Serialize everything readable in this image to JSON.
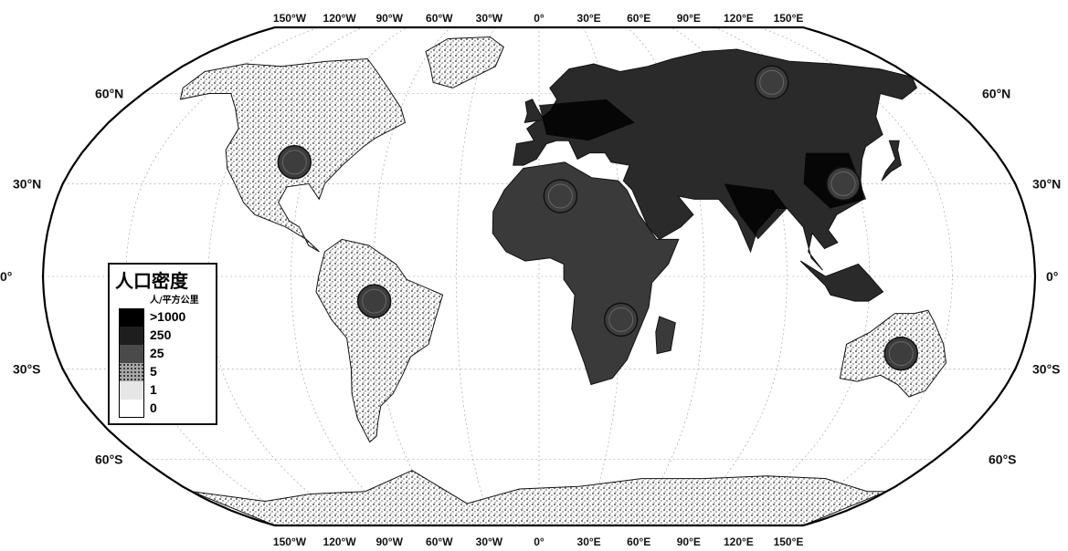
{
  "map": {
    "projection": "robinson",
    "colors": {
      "ocean": "#ffffff",
      "outline": "#000000",
      "dense": "#111111",
      "graticule": "#9a9a9a"
    },
    "lon_labels": [
      "150°W",
      "120°W",
      "90°W",
      "60°W",
      "30°W",
      "0°",
      "30°E",
      "60°E",
      "90°E",
      "120°E",
      "150°E"
    ],
    "lat_labels_left": [
      "60°N",
      "30°N",
      "0°",
      "30°S",
      "60°S"
    ],
    "lat_labels_right": [
      "60°N",
      "30°N",
      "0°",
      "30°S",
      "60°S"
    ]
  },
  "legend": {
    "title": "人口密度",
    "unit": "人/平方公里",
    "classes": [
      {
        "label": ">1000",
        "color": "#000000"
      },
      {
        "label": "250",
        "color": "#1e1e1e"
      },
      {
        "label": "25",
        "color": "#4a4a4a"
      },
      {
        "label": "5",
        "color": "#a8a8a8"
      },
      {
        "label": "1",
        "color": "#e6e6e6"
      },
      {
        "label": "0",
        "color": "#ffffff"
      }
    ]
  },
  "markers": [
    {
      "name": "north-america",
      "lon": -95,
      "lat": 37
    },
    {
      "name": "south-america",
      "lon": -60,
      "lat": -8
    },
    {
      "name": "north-africa",
      "lon": 8,
      "lat": 26
    },
    {
      "name": "southern-africa",
      "lon": 30,
      "lat": -14
    },
    {
      "name": "east-asia",
      "lon": 115,
      "lat": 30
    },
    {
      "name": "siberia",
      "lon": 110,
      "lat": 64
    },
    {
      "name": "australia",
      "lon": 135,
      "lat": -25
    }
  ]
}
